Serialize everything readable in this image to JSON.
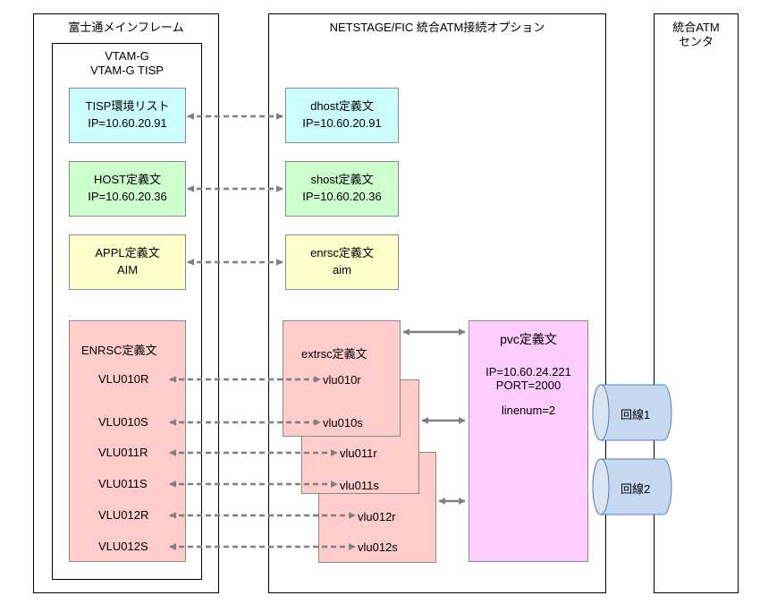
{
  "mainframe": {
    "title": "富士通メインフレーム",
    "subtitle_1": "VTAM-G",
    "subtitle_2": "VTAM-G TISP",
    "tisp": {
      "title": "TISP環境リスト",
      "ip": "IP=10.60.20.91"
    },
    "host": {
      "title": "HOST定義文",
      "ip": "IP=10.60.20.36"
    },
    "appl": {
      "title": "APPL定義文",
      "value": "AIM"
    },
    "enrsc": {
      "title": "ENRSC定義文",
      "items": [
        "VLU010R",
        "VLU010S",
        "VLU011R",
        "VLU011S",
        "VLU012R",
        "VLU012S"
      ]
    }
  },
  "netstage": {
    "title": "NETSTAGE/FIC  統合ATM接続オプション",
    "dhost": {
      "title": "dhost定義文",
      "ip": "IP=10.60.20.91"
    },
    "shost": {
      "title": "shost定義文",
      "ip": "IP=10.60.20.36"
    },
    "enrsc": {
      "title": "enrsc定義文",
      "value": "aim"
    },
    "extrsc": {
      "title": "extrsc定義文",
      "items": [
        "vlu010r",
        "vlu010s",
        "vlu011r",
        "vlu011s",
        "vlu012r",
        "vlu012s"
      ]
    },
    "pvc": {
      "title": "pvc定義文",
      "ip": "IP=10.60.24.221",
      "port": "PORT=2000",
      "linenum": "linenum=2"
    }
  },
  "atm_center": {
    "title_1": "統合ATM",
    "title_2": "センタ",
    "lines": [
      "回線1",
      "回線2"
    ]
  },
  "colors": {
    "cyan_box": "#ccffff",
    "green_box": "#ccffcc",
    "yellow_box": "#ffffcc",
    "pink_box": "#ffcccc",
    "violet_box": "#ffccff",
    "cylinder": "#c5d9f1",
    "arrow": "#808080"
  }
}
